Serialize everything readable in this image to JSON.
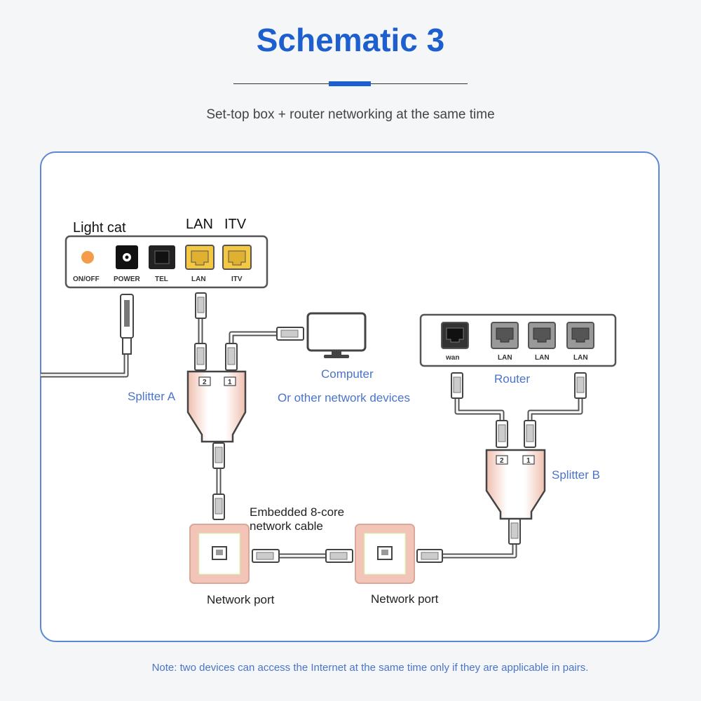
{
  "header": {
    "title": "Schematic 3",
    "subtitle": "Set-top box + router networking at the same time"
  },
  "light_cat": {
    "title": "Light cat",
    "header_lan": "LAN",
    "header_itv": "ITV",
    "ports": [
      "ON/OFF",
      "POWER",
      "TEL",
      "LAN",
      "ITV"
    ]
  },
  "router": {
    "label": "Router",
    "ports": [
      "wan",
      "LAN",
      "LAN",
      "LAN"
    ]
  },
  "splitter_a": {
    "label": "Splitter A",
    "port_2": "2",
    "port_1": "1"
  },
  "splitter_b": {
    "label": "Splitter B",
    "port_2": "2",
    "port_1": "1"
  },
  "computer": {
    "label": "Computer",
    "sub_label": "Or other network devices"
  },
  "cable": {
    "line1": "Embedded 8-core",
    "line2": "network cable"
  },
  "network_port_left": {
    "label": "Network port"
  },
  "network_port_right": {
    "label": "Network port"
  },
  "footer": {
    "note": "Note: two devices can access the Internet at the same time only if they are applicable in pairs."
  },
  "colors": {
    "accent": "#1e5fd0",
    "label_blue": "#4a74c9",
    "highlight_port": "#f5c842",
    "wall_plate": "#f3c4b8"
  }
}
